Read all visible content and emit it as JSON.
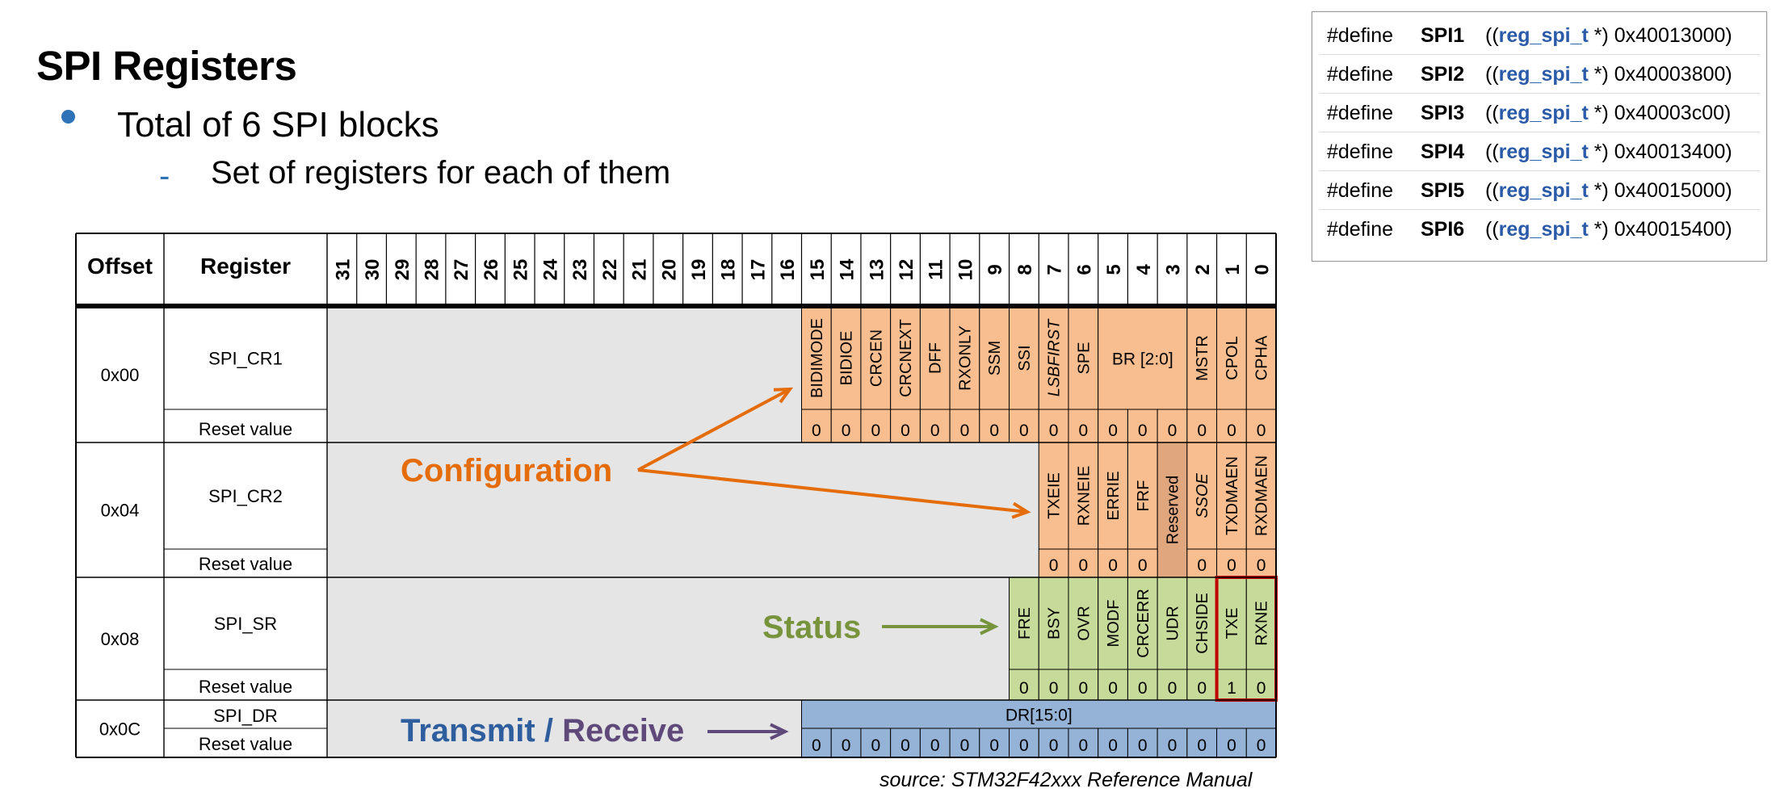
{
  "slide": {
    "title": "SPI Registers",
    "bullet1": "Total of 6 SPI blocks",
    "bullet2": "Set of registers for each of them",
    "bullet2_marker": "-",
    "source": "source: STM32F42xxx Reference Manual"
  },
  "defines": [
    {
      "keyword": "#define",
      "name": "SPI1",
      "open": "((",
      "type": "reg_spi_t",
      "close": " *) 0x40013000)"
    },
    {
      "keyword": "#define",
      "name": "SPI2",
      "open": "((",
      "type": "reg_spi_t",
      "close": " *) 0x40003800)"
    },
    {
      "keyword": "#define",
      "name": "SPI3",
      "open": "((",
      "type": "reg_spi_t",
      "close": " *) 0x40003c00)"
    },
    {
      "keyword": "#define",
      "name": "SPI4",
      "open": "((",
      "type": "reg_spi_t",
      "close": " *) 0x40013400)"
    },
    {
      "keyword": "#define",
      "name": "SPI5",
      "open": "((",
      "type": "reg_spi_t",
      "close": " *) 0x40015000)"
    },
    {
      "keyword": "#define",
      "name": "SPI6",
      "open": "((",
      "type": "reg_spi_t",
      "close": " *) 0x40015400)"
    }
  ],
  "register_table": {
    "header_offset": "Offset",
    "header_register": "Register",
    "bit_numbers": [
      "31",
      "30",
      "29",
      "28",
      "27",
      "26",
      "25",
      "24",
      "23",
      "22",
      "21",
      "20",
      "19",
      "18",
      "17",
      "16",
      "15",
      "14",
      "13",
      "12",
      "11",
      "10",
      "9",
      "8",
      "7",
      "6",
      "5",
      "4",
      "3",
      "2",
      "1",
      "0"
    ],
    "reset_label": "Reset value",
    "registers": [
      {
        "offset": "0x00",
        "name": "SPI_CR1",
        "color": "#f9be8f",
        "fields": [
          {
            "label": "BIDIMODE",
            "hi": 15,
            "lo": 15
          },
          {
            "label": "BIDIOE",
            "hi": 14,
            "lo": 14
          },
          {
            "label": "CRCEN",
            "hi": 13,
            "lo": 13
          },
          {
            "label": "CRCNEXT",
            "hi": 12,
            "lo": 12
          },
          {
            "label": "DFF",
            "hi": 11,
            "lo": 11
          },
          {
            "label": "RXONLY",
            "hi": 10,
            "lo": 10
          },
          {
            "label": "SSM",
            "hi": 9,
            "lo": 9
          },
          {
            "label": "SSI",
            "hi": 8,
            "lo": 8
          },
          {
            "label": "LSBFIRST",
            "hi": 7,
            "lo": 7,
            "italic": true
          },
          {
            "label": "SPE",
            "hi": 6,
            "lo": 6
          },
          {
            "label": "BR [2:0]",
            "hi": 5,
            "lo": 3,
            "horizontal": true
          },
          {
            "label": "MSTR",
            "hi": 2,
            "lo": 2
          },
          {
            "label": "CPOL",
            "hi": 1,
            "lo": 1
          },
          {
            "label": "CPHA",
            "hi": 0,
            "lo": 0
          }
        ],
        "reset_values": [
          {
            "bit": 15,
            "value": "0"
          },
          {
            "bit": 14,
            "value": "0"
          },
          {
            "bit": 13,
            "value": "0"
          },
          {
            "bit": 12,
            "value": "0"
          },
          {
            "bit": 11,
            "value": "0"
          },
          {
            "bit": 10,
            "value": "0"
          },
          {
            "bit": 9,
            "value": "0"
          },
          {
            "bit": 8,
            "value": "0"
          },
          {
            "bit": 7,
            "value": "0"
          },
          {
            "bit": 6,
            "value": "0"
          },
          {
            "bit": 5,
            "value": "0"
          },
          {
            "bit": 4,
            "value": "0"
          },
          {
            "bit": 3,
            "value": "0"
          },
          {
            "bit": 2,
            "value": "0"
          },
          {
            "bit": 1,
            "value": "0"
          },
          {
            "bit": 0,
            "value": "0"
          }
        ]
      },
      {
        "offset": "0x04",
        "name": "SPI_CR2",
        "color": "#f9be8f",
        "reserved_color": "#e0a77f",
        "fields": [
          {
            "label": "TXEIE",
            "hi": 7,
            "lo": 7
          },
          {
            "label": "RXNEIE",
            "hi": 6,
            "lo": 6
          },
          {
            "label": "ERRIE",
            "hi": 5,
            "lo": 5
          },
          {
            "label": "FRF",
            "hi": 4,
            "lo": 4
          },
          {
            "label": "Reserved",
            "hi": 3,
            "lo": 3,
            "reserved": true
          },
          {
            "label": "SSOE",
            "hi": 2,
            "lo": 2,
            "italic": true
          },
          {
            "label": "TXDMAEN",
            "hi": 1,
            "lo": 1
          },
          {
            "label": "RXDMAEN",
            "hi": 0,
            "lo": 0
          }
        ],
        "reset_values": [
          {
            "bit": 7,
            "value": "0"
          },
          {
            "bit": 6,
            "value": "0"
          },
          {
            "bit": 5,
            "value": "0"
          },
          {
            "bit": 4,
            "value": "0"
          },
          {
            "bit": 2,
            "value": "0"
          },
          {
            "bit": 1,
            "value": "0"
          },
          {
            "bit": 0,
            "value": "0"
          }
        ]
      },
      {
        "offset": "0x08",
        "name": "SPI_SR",
        "color": "#c6da9a",
        "fields": [
          {
            "label": "FRE",
            "hi": 8,
            "lo": 8
          },
          {
            "label": "BSY",
            "hi": 7,
            "lo": 7
          },
          {
            "label": "OVR",
            "hi": 6,
            "lo": 6
          },
          {
            "label": "MODF",
            "hi": 5,
            "lo": 5
          },
          {
            "label": "CRCERR",
            "hi": 4,
            "lo": 4
          },
          {
            "label": "UDR",
            "hi": 3,
            "lo": 3
          },
          {
            "label": "CHSIDE",
            "hi": 2,
            "lo": 2
          },
          {
            "label": "TXE",
            "hi": 1,
            "lo": 1,
            "highlight": true
          },
          {
            "label": "RXNE",
            "hi": 0,
            "lo": 0,
            "highlight": true
          }
        ],
        "reset_values": [
          {
            "bit": 8,
            "value": "0"
          },
          {
            "bit": 7,
            "value": "0"
          },
          {
            "bit": 6,
            "value": "0"
          },
          {
            "bit": 5,
            "value": "0"
          },
          {
            "bit": 4,
            "value": "0"
          },
          {
            "bit": 3,
            "value": "0"
          },
          {
            "bit": 2,
            "value": "0"
          },
          {
            "bit": 1,
            "value": "1"
          },
          {
            "bit": 0,
            "value": "0"
          }
        ]
      },
      {
        "offset": "0x0C",
        "name": "SPI_DR",
        "color": "#95b3d7",
        "fields": [
          {
            "label": "DR[15:0]",
            "hi": 15,
            "lo": 0,
            "horizontal": true
          }
        ],
        "reset_values": [
          {
            "bit": 15,
            "value": "0"
          },
          {
            "bit": 14,
            "value": "0"
          },
          {
            "bit": 13,
            "value": "0"
          },
          {
            "bit": 12,
            "value": "0"
          },
          {
            "bit": 11,
            "value": "0"
          },
          {
            "bit": 10,
            "value": "0"
          },
          {
            "bit": 9,
            "value": "0"
          },
          {
            "bit": 8,
            "value": "0"
          },
          {
            "bit": 7,
            "value": "0"
          },
          {
            "bit": 6,
            "value": "0"
          },
          {
            "bit": 5,
            "value": "0"
          },
          {
            "bit": 4,
            "value": "0"
          },
          {
            "bit": 3,
            "value": "0"
          },
          {
            "bit": 2,
            "value": "0"
          },
          {
            "bit": 1,
            "value": "0"
          },
          {
            "bit": 0,
            "value": "0"
          }
        ]
      }
    ]
  },
  "annotations": {
    "configuration": {
      "text": "Configuration",
      "color": "#e46c0a"
    },
    "status": {
      "text": "Status",
      "color": "#77933c"
    },
    "transmit": {
      "text": "Transmit",
      "color": "#2e5e9e"
    },
    "separator": {
      "text": " / ",
      "color": "#2e5e9e"
    },
    "receive": {
      "text": "Receive",
      "color": "#5f497a"
    }
  },
  "colors": {
    "unused_area": "#e5e5e5",
    "highlight_border": "#c00000",
    "bullet": "#2e73b8",
    "type_name": "#2a5aa8"
  }
}
